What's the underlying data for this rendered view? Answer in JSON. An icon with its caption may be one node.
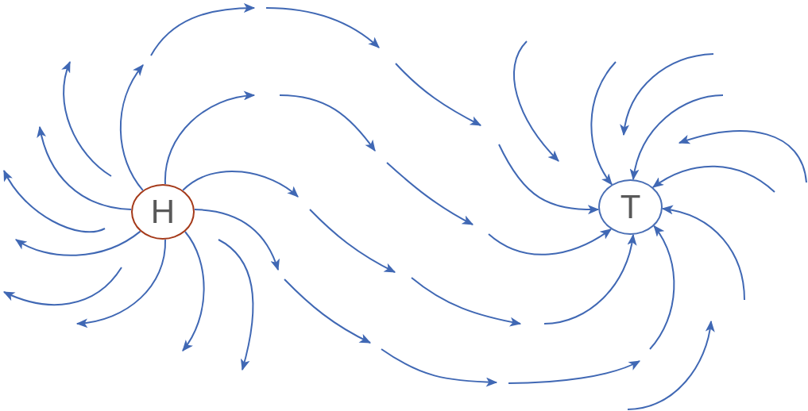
{
  "diagram": {
    "nodes": [
      {
        "text": [
          "H"
        ]
      },
      {
        "text": [
          "T"
        ]
      }
    ],
    "edges": [
      {
        "from": 0,
        "to": null,
        "arrow": "to"
      },
      {
        "from": 0,
        "to": null,
        "arrow": "to"
      },
      {
        "from": 0,
        "to": null,
        "arrow": "to"
      },
      {
        "from": 0,
        "to": null,
        "arrow": "to"
      },
      {
        "from": 0,
        "to": null,
        "arrow": "to"
      },
      {
        "from": 0,
        "to": null,
        "arrow": "to"
      },
      {
        "from": 0,
        "to": null,
        "arrow": "to"
      },
      {
        "from": 0,
        "to": null,
        "arrow": "to"
      },
      {
        "from": null,
        "to": 1,
        "arrow": "to"
      },
      {
        "from": null,
        "to": 1,
        "arrow": "to"
      },
      {
        "from": null,
        "to": 1,
        "arrow": "to"
      },
      {
        "from": null,
        "to": 1,
        "arrow": "to"
      },
      {
        "from": null,
        "to": 1,
        "arrow": "to"
      },
      {
        "from": null,
        "to": 1,
        "arrow": "to"
      },
      {
        "from": null,
        "to": 1,
        "arrow": "to"
      },
      {
        "from": null,
        "to": 1,
        "arrow": "to"
      }
    ]
  }
}
